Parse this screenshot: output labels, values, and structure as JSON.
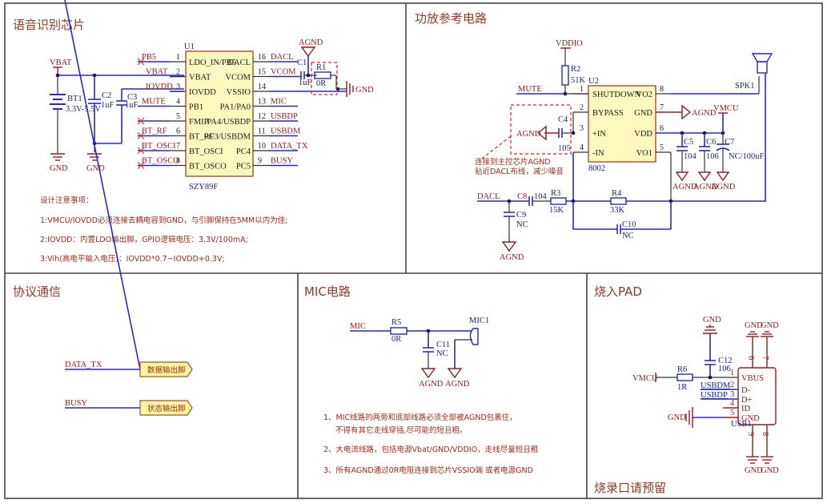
{
  "sections": {
    "voice_chip": {
      "title": "语音识别芯片"
    },
    "amp": {
      "title": "功放参考电路"
    },
    "protocol": {
      "title": "协议通信"
    },
    "mic": {
      "title": "MIC电路"
    },
    "burn": {
      "title": "烧入PAD",
      "footer": "烧录口请预留"
    }
  },
  "u1": {
    "ref": "U1",
    "part": "SZY89F",
    "left_pins": [
      {
        "num": "1",
        "name": "LDO_IN/PB5",
        "net": "PB5"
      },
      {
        "num": "2",
        "name": "VBAT",
        "net": "VBAT"
      },
      {
        "num": "3",
        "name": "IOVDD",
        "net": "IOVDD"
      },
      {
        "num": "4",
        "name": "PB1",
        "net": "MUTE"
      },
      {
        "num": "5",
        "name": "FMIP",
        "net": ""
      },
      {
        "num": "6",
        "name": "BT_RF",
        "net": "BT_RF"
      },
      {
        "num": "7",
        "name": "BT_OSCI",
        "net": "BT_OSCI"
      },
      {
        "num": "8",
        "name": "BT_OSCO",
        "net": "BT_OSCO"
      }
    ],
    "right_pins": [
      {
        "num": "16",
        "name": "DACL",
        "net": "DACL"
      },
      {
        "num": "15",
        "name": "VCOM",
        "net": "VCOM"
      },
      {
        "num": "14",
        "name": "VSSIO",
        "net": ""
      },
      {
        "num": "13",
        "name": "PA1/PA0",
        "net": "MIC"
      },
      {
        "num": "12",
        "name": "PA4/USBDP",
        "net": "USBDP"
      },
      {
        "num": "11",
        "name": "PC3/USBDM",
        "net": "USBDM"
      },
      {
        "num": "10",
        "name": "PC4",
        "net": "DATA_TX"
      },
      {
        "num": "9",
        "name": "PC5",
        "net": "BUSY"
      }
    ]
  },
  "voice_parts": {
    "vbat": "VBAT",
    "bt1": "BT1",
    "bt1_val": "3.3V-5.5V",
    "c2": "C2",
    "c2_val": "1uF",
    "c3": "C3",
    "c3_val": "1uF",
    "c1": "C1",
    "c1_val": "1uF",
    "r1": "R1",
    "r1_val": "0R",
    "gnd": "GND",
    "agnd": "AGND"
  },
  "design_notes": {
    "heading": "设计注意事项：",
    "items": [
      "1:VMCU/IOVDD必须连接去耦电容到GND，与引脚保持在5MM以内为佳;",
      "2:IOVDD：内置LDO输出脚，GPIO逻辑电压：3.3V/100mA;",
      "3:Vih(高电平输入电压)：IOVDD*0.7~IOVDD+0.3V;"
    ]
  },
  "u2": {
    "ref": "U2",
    "part": "8002",
    "left_pins": [
      {
        "num": "1",
        "name": "SHUTDOWN"
      },
      {
        "num": "2",
        "name": "BYPASS"
      },
      {
        "num": "3",
        "name": "+IN"
      },
      {
        "num": "4",
        "name": "-IN"
      }
    ],
    "right_pins": [
      {
        "num": "8",
        "name": "VO2"
      },
      {
        "num": "7",
        "name": "GND"
      },
      {
        "num": "6",
        "name": "VDD"
      },
      {
        "num": "5",
        "name": "VO1"
      }
    ]
  },
  "amp_parts": {
    "vddio": "VDDIO",
    "r2": "R2",
    "r2_val": "51K",
    "mute": "MUTE",
    "c4": "C4",
    "c4_val": "105",
    "agnd": "AGND",
    "annotation": [
      "连接到主控芯片AGND",
      "贴近DACL布线，减少噪音"
    ],
    "spk": "SPK1",
    "vmcu": "VMCU",
    "c5": "C5",
    "c5_val": "104",
    "c6": "C6",
    "c6_val": "106",
    "c7": "C7",
    "c7_val": "NC/100uF",
    "dacl": "DACL",
    "c8": "C8",
    "c8_val": "104",
    "r3": "R3",
    "r3_val": "15K",
    "r4": "R4",
    "r4_val": "33K",
    "c9": "C9",
    "c9_val": "NC",
    "c10": "C10",
    "c10_val": "NC"
  },
  "protocol": {
    "ports": [
      {
        "net": "DATA_TX",
        "label": "数据输出脚"
      },
      {
        "net": "BUSY",
        "label": "状态输出脚"
      }
    ]
  },
  "mic_parts": {
    "net": "MIC",
    "r5": "R5",
    "r5_val": "0R",
    "c11": "C11",
    "c11_val": "NC",
    "mic1": "MIC1",
    "agnd": "AGND",
    "notes": [
      "1、MIC线路的两旁和底部线路必须全部被AGND包裹住，",
      "不得有其它走线穿插,尽可能的短且粗。",
      "2、大电流线路，包括电源Vbat/GND/VDDIO，走线尽量短且粗",
      "3、所有AGND通过0R电阻连接到芯片VSSIO端 或者电源GND"
    ]
  },
  "burn_parts": {
    "vmcu": "VMCU",
    "r6": "R6",
    "r6_val": "1R",
    "c12": "C12",
    "c12_val": "106",
    "gnd": "GND",
    "usbdm": "USBDM",
    "usbdp": "USBDP",
    "usb_ref": "USB1",
    "pins": [
      {
        "num": "1",
        "name": "VBUS"
      },
      {
        "num": "2",
        "name": "D-"
      },
      {
        "num": "3",
        "name": "D+"
      },
      {
        "num": "4",
        "name": "ID"
      },
      {
        "num": "5",
        "name": "GND"
      }
    ],
    "shield_pins": [
      "6",
      "7",
      "9",
      "8"
    ]
  }
}
